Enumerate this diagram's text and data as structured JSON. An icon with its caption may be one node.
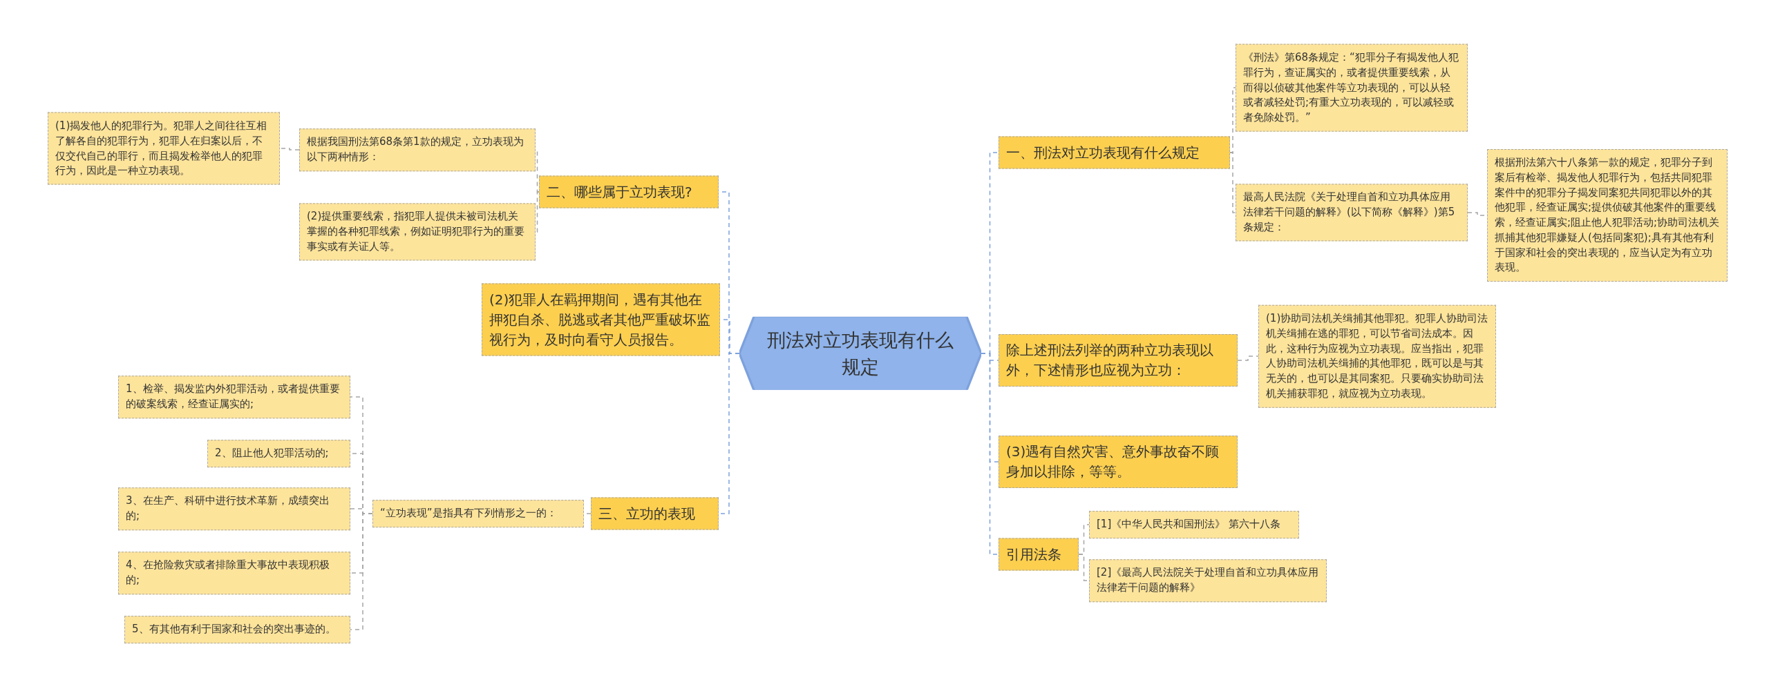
{
  "diagram": {
    "nodes": [
      {
        "text": [
          "刑法对立功表现有什么规定"
        ]
      },
      {
        "text": [
          "二、哪些属于立功表现?"
        ]
      },
      {
        "text": [
          "根据我国刑法第68条第1款的规定，立功表现为以下两种情形："
        ]
      },
      {
        "text": [
          "(1)揭发他人的犯罪行为。犯罪人之间往往互相了解各自的犯罪行为，犯罪人在归案以后，不仅交代自己的罪行，而且揭发检举他人的犯罪行为，因此是一种立功表现。"
        ]
      },
      {
        "text": [
          "(2)提供重要线索，指犯罪人提供未被司法机关掌握的各种犯罪线索，例如证明犯罪行为的重要事实或有关证人等。"
        ]
      },
      {
        "text": [
          "(2)犯罪人在羁押期间，遇有其他在押犯自杀、脱逃或者其他严重破坏监视行为，及时向看守人员报告。"
        ]
      },
      {
        "text": [
          "三、立功的表现"
        ]
      },
      {
        "text": [
          "“立功表现”是指具有下列情形之一的："
        ]
      },
      {
        "text": [
          "1、检举、揭发监内外犯罪活动，或者提供重要的破案线索，经查证属实的;"
        ]
      },
      {
        "text": [
          "2、阻止他人犯罪活动的;"
        ]
      },
      {
        "text": [
          "3、在生产、科研中进行技术革新，成绩突出的;"
        ]
      },
      {
        "text": [
          "4、在抢险救灾或者排除重大事故中表现积极的;"
        ]
      },
      {
        "text": [
          "5、有其他有利于国家和社会的突出事迹的。"
        ]
      },
      {
        "text": [
          "一、刑法对立功表现有什么规定"
        ]
      },
      {
        "text": [
          "《刑法》第68条规定：“犯罪分子有揭发他人犯罪行为，查证属实的，或者提供重要线索，从而得以侦破其他案件等立功表现的，可以从轻或者减轻处罚;有重大立功表现的，可以减轻或者免除处罚。”"
        ]
      },
      {
        "text": [
          "最高人民法院《关于处理自首和立功具体应用法律若干问题的解释》(以下简称《解释》)第5条规定："
        ]
      },
      {
        "text": [
          "根据刑法第六十八条第一款的规定，犯罪分子到案后有检举、揭发他人犯罪行为，包括共同犯罪案件中的犯罪分子揭发同案犯共同犯罪以外的其他犯罪，经查证属实;提供侦破其他案件的重要线索，经查证属实;阻止他人犯罪活动;协助司法机关抓捕其他犯罪嫌疑人(包括同案犯);具有其他有利于国家和社会的突出表现的，应当认定为有立功表现。"
        ]
      },
      {
        "text": [
          "除上述刑法列举的两种立功表现以外，下述情形也应视为立功："
        ]
      },
      {
        "text": [
          "(1)协助司法机关缉捕其他罪犯。犯罪人协助司法机关缉捕在逃的罪犯，可以节省司法成本。因此，这种行为应视为立功表现。应当指出，犯罪人协助司法机关缉捕的其他罪犯，既可以是与其无关的，也可以是其同案犯。只要确实协助司法机关捕获罪犯，就应视为立功表现。"
        ]
      },
      {
        "text": [
          "(3)遇有自然灾害、意外事故奋不顾身加以排除，等等。"
        ]
      },
      {
        "text": [
          "引用法条"
        ]
      },
      {
        "text": [
          "[1]《中华人民共和国刑法》 第六十八条"
        ]
      },
      {
        "text": [
          "[2]《最高人民法院关于处理自首和立功具体应用法律若干问题的解释》"
        ]
      }
    ],
    "edges": [
      {
        "from": 0,
        "to": 1,
        "arrow": "none",
        "style": "dashed",
        "color": "#7ea1dc"
      },
      {
        "from": 1,
        "to": 2,
        "arrow": "none",
        "style": "dashed"
      },
      {
        "from": 2,
        "to": 3,
        "arrow": "none",
        "style": "dashed"
      },
      {
        "from": 1,
        "to": 4,
        "arrow": "none",
        "style": "dashed"
      },
      {
        "from": 0,
        "to": 5,
        "arrow": "none",
        "style": "dashed",
        "color": "#7ea1dc"
      },
      {
        "from": 0,
        "to": 6,
        "arrow": "none",
        "style": "dashed",
        "color": "#7ea1dc"
      },
      {
        "from": 6,
        "to": 7,
        "arrow": "none",
        "style": "dashed"
      },
      {
        "from": 7,
        "to": 8,
        "arrow": "none",
        "style": "dashed"
      },
      {
        "from": 7,
        "to": 9,
        "arrow": "none",
        "style": "dashed"
      },
      {
        "from": 7,
        "to": 10,
        "arrow": "none",
        "style": "dashed"
      },
      {
        "from": 7,
        "to": 11,
        "arrow": "none",
        "style": "dashed"
      },
      {
        "from": 7,
        "to": 12,
        "arrow": "none",
        "style": "dashed"
      },
      {
        "from": 0,
        "to": 13,
        "arrow": "none",
        "style": "dashed",
        "color": "#7ea1dc"
      },
      {
        "from": 13,
        "to": 14,
        "arrow": "none",
        "style": "dashed"
      },
      {
        "from": 13,
        "to": 15,
        "arrow": "none",
        "style": "dashed"
      },
      {
        "from": 15,
        "to": 16,
        "arrow": "none",
        "style": "dashed"
      },
      {
        "from": 0,
        "to": 17,
        "arrow": "none",
        "style": "dashed",
        "color": "#7ea1dc"
      },
      {
        "from": 17,
        "to": 18,
        "arrow": "none",
        "style": "dashed"
      },
      {
        "from": 0,
        "to": 19,
        "arrow": "none",
        "style": "dashed",
        "color": "#7ea1dc"
      },
      {
        "from": 0,
        "to": 20,
        "arrow": "none",
        "style": "dashed",
        "color": "#7ea1dc"
      },
      {
        "from": 20,
        "to": 21,
        "arrow": "none",
        "style": "dashed"
      },
      {
        "from": 20,
        "to": 22,
        "arrow": "none",
        "style": "dashed"
      }
    ]
  }
}
